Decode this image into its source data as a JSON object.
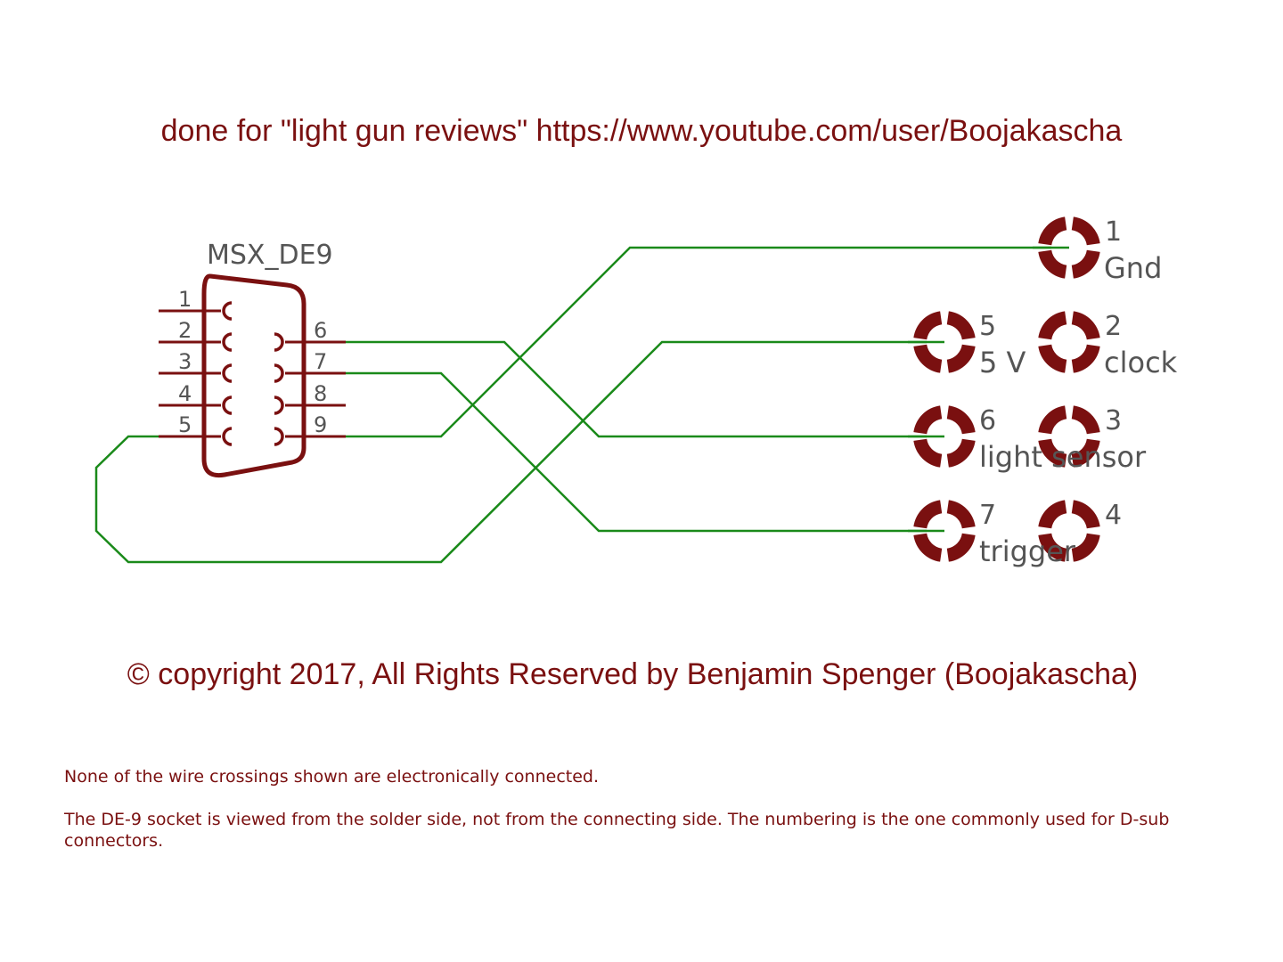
{
  "header": {
    "title": "done for \"light gun reviews\" https://www.youtube.com/user/Boojakascha"
  },
  "connector": {
    "name": "MSX_DE9",
    "pins": [
      "1",
      "2",
      "3",
      "4",
      "5",
      "6",
      "7",
      "8",
      "9"
    ]
  },
  "sockets": [
    {
      "number": "1",
      "label": "Gnd"
    },
    {
      "number": "2",
      "label": "clock"
    },
    {
      "number": "3",
      "label": ""
    },
    {
      "number": "4",
      "label": ""
    },
    {
      "number": "5",
      "label": "5 V"
    },
    {
      "number": "6",
      "label": "light sensor"
    },
    {
      "number": "7",
      "label": "trigger"
    }
  ],
  "footer": {
    "copyright": "© copyright 2017, All Rights Reserved by Benjamin Spenger (Boojakascha)",
    "note1": "None of the wire crossings shown are electronically connected.",
    "note2": "The DE-9 socket is viewed from the solder side, not from the connecting side. The numbering is the one commonly used for D-sub connectors."
  },
  "colors": {
    "symbol": "#7a1010",
    "wire": "#1a8a1a",
    "pin": "#7a1010",
    "text_grey": "#555555"
  }
}
